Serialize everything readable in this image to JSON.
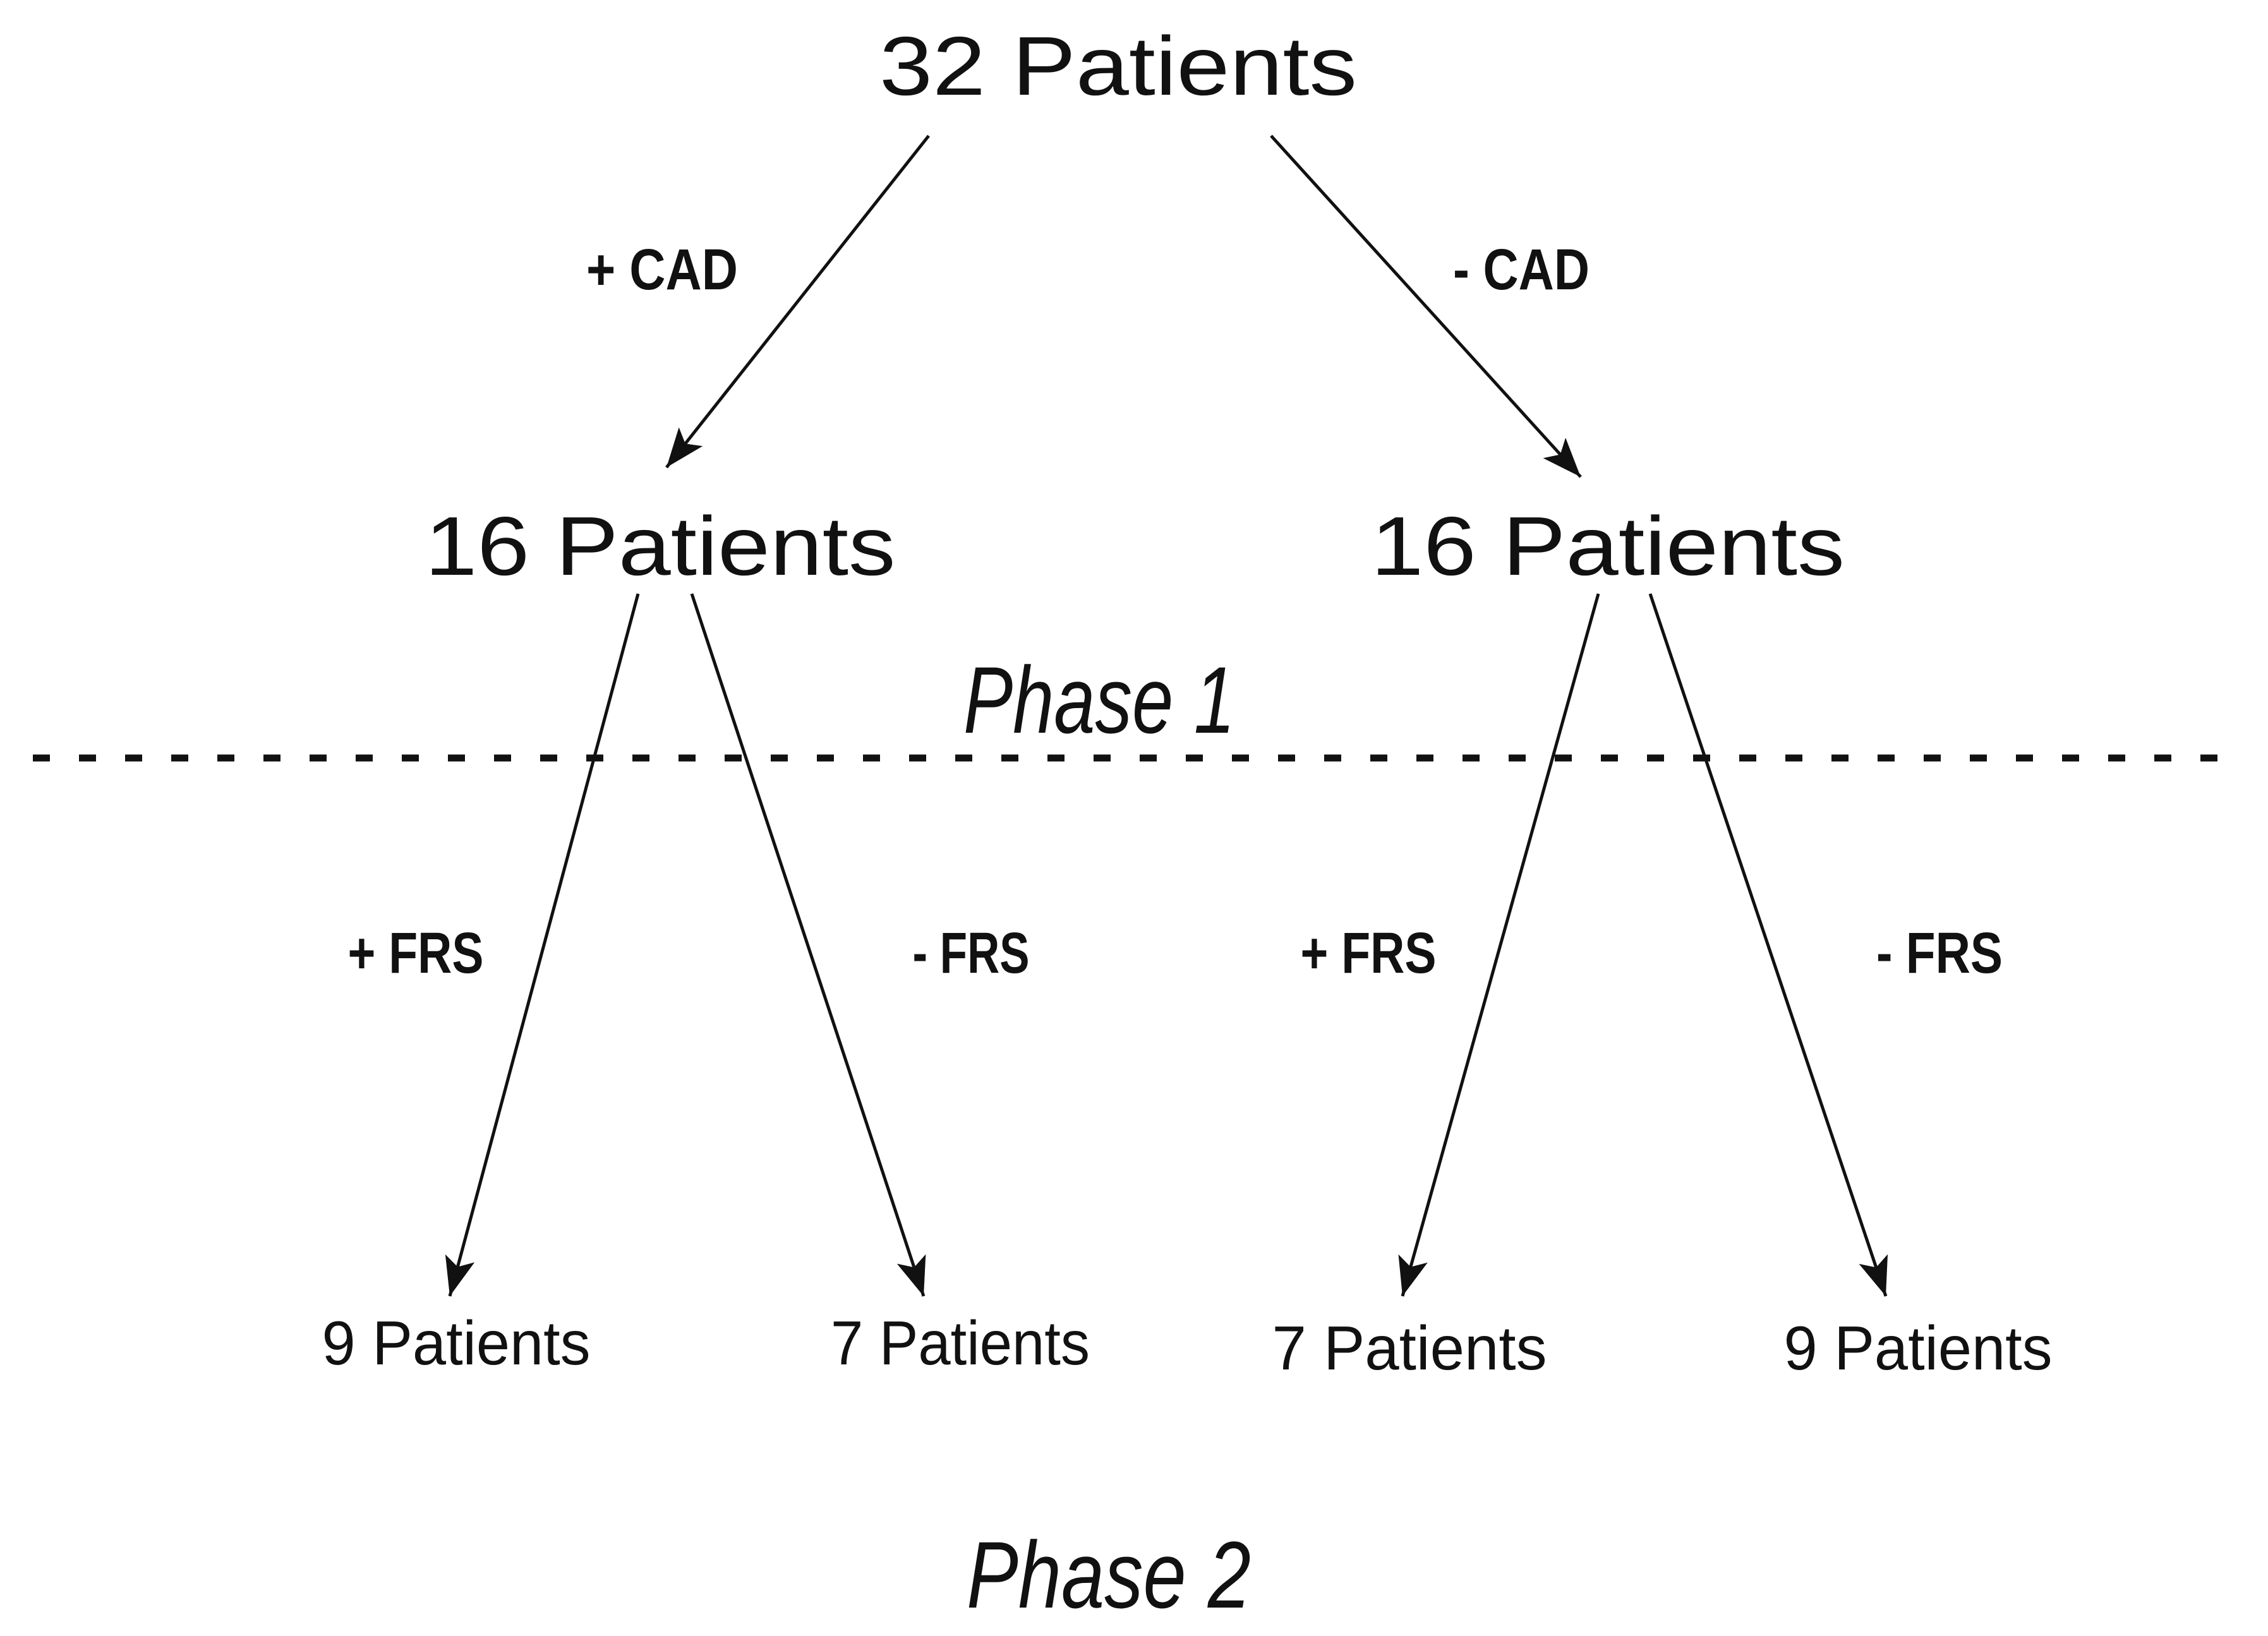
{
  "tree": {
    "root": {
      "label": "32 Patients"
    },
    "branches": [
      {
        "edge_label": "+ CAD",
        "node_label": "16 Patients",
        "leaves": [
          {
            "edge_label": "+ FRS",
            "node_label": "9 Patients"
          },
          {
            "edge_label": "- FRS",
            "node_label": "7 Patients"
          }
        ]
      },
      {
        "edge_label": "- CAD",
        "node_label": "16 Patients",
        "leaves": [
          {
            "edge_label": "+ FRS",
            "node_label": "7 Patients"
          },
          {
            "edge_label": "- FRS",
            "node_label": "9 Patients"
          }
        ]
      }
    ]
  },
  "phases": {
    "phase1": "Phase 1",
    "phase2": "Phase 2"
  },
  "colors": {
    "ink": "#111111",
    "background": "#ffffff"
  }
}
